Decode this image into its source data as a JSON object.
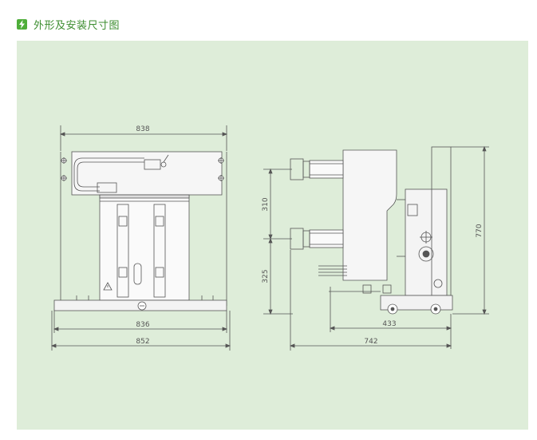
{
  "header": {
    "title": "外形及安装尺寸图",
    "icon": "lightning-icon"
  },
  "colors": {
    "accent": "#4fae3a",
    "title": "#3c8d2f",
    "panel_bg": "#deedd9",
    "line": "#555555"
  },
  "front_view": {
    "dim_top": "838",
    "dim_inner": "836",
    "dim_outer": "852"
  },
  "side_view": {
    "dim_upper_spacing": "310",
    "dim_lower_height": "325",
    "dim_height": "770",
    "dim_wheel_depth": "433",
    "dim_depth": "742"
  }
}
